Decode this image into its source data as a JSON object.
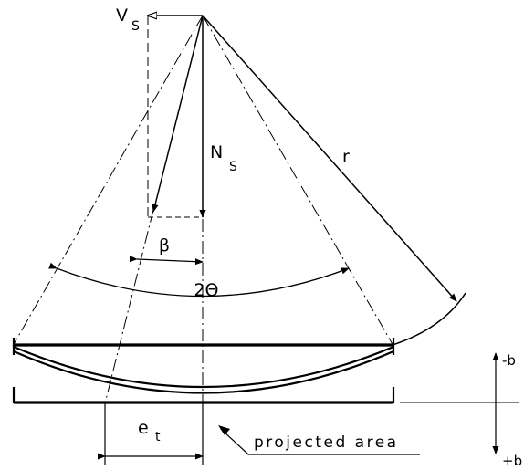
{
  "labels": {
    "vs_main": "V",
    "vs_sub": "S",
    "ns_main": "N",
    "ns_sub": "S",
    "r": "r",
    "beta": "β",
    "two_theta": "2Θ",
    "et_main": "e",
    "et_sub": "t",
    "projected_area": "projected area",
    "minus_b": "-b",
    "plus_b": "+b"
  }
}
